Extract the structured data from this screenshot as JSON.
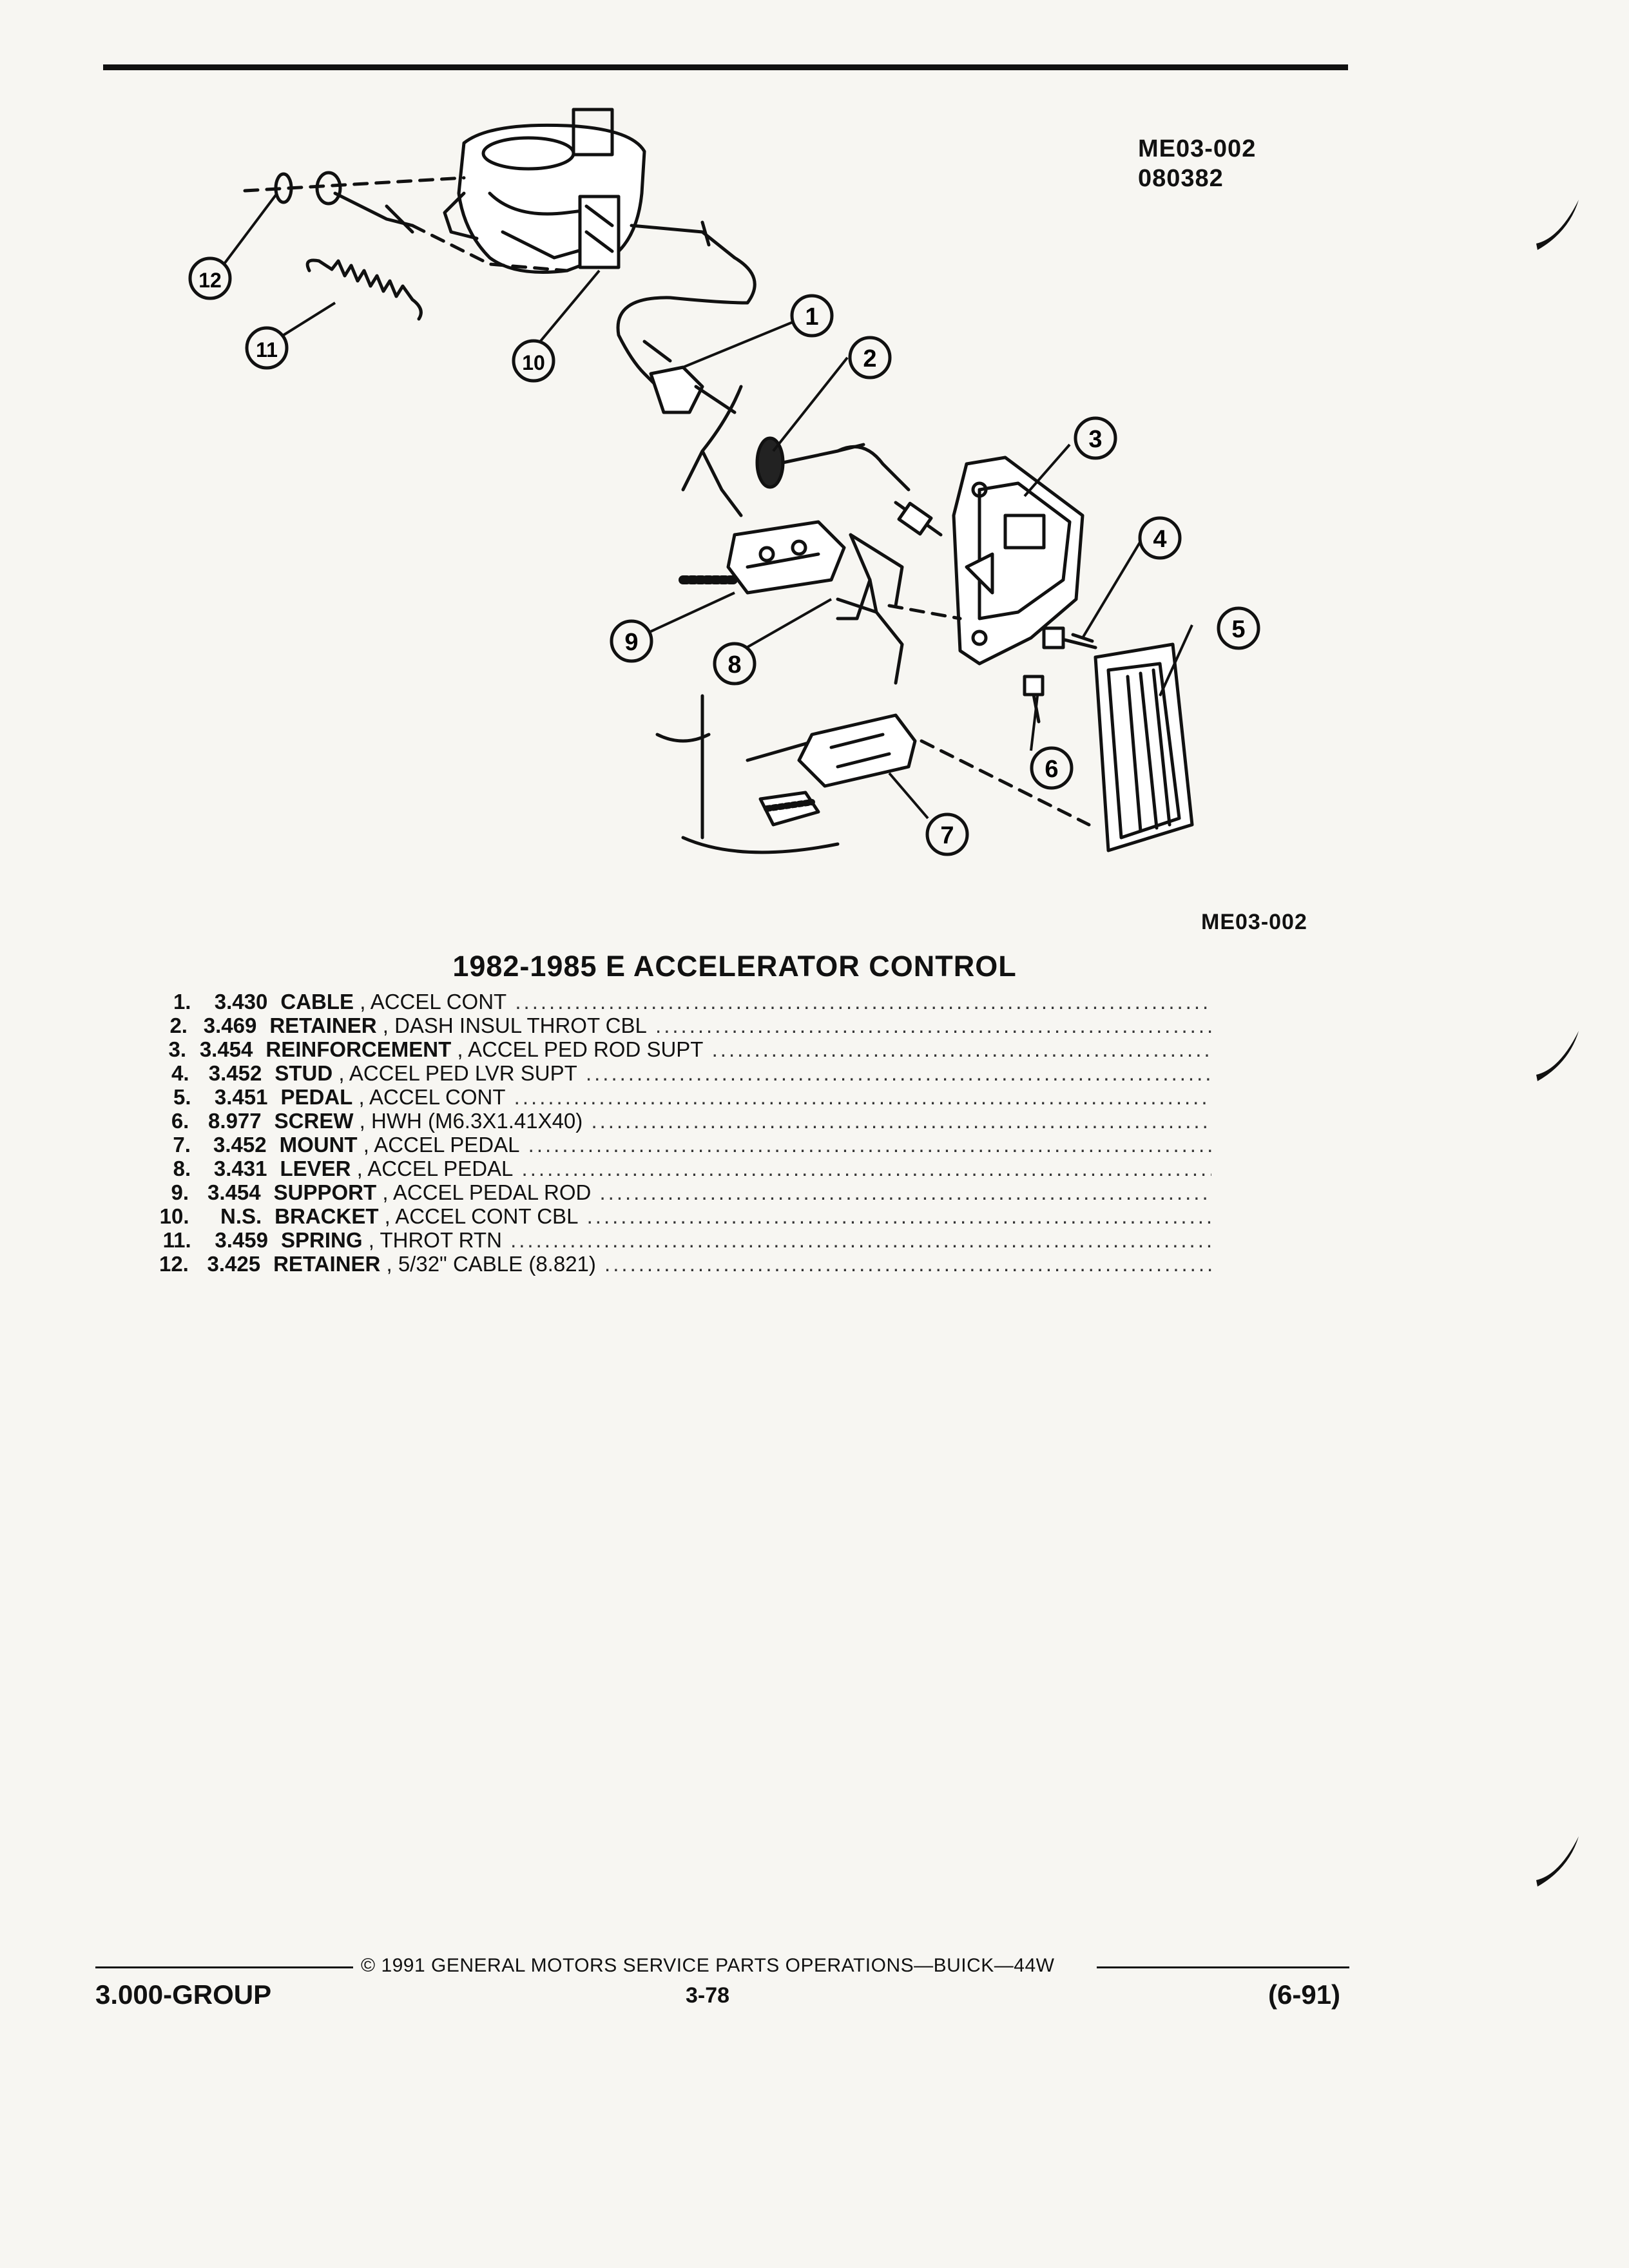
{
  "header": {
    "ref_code_line1": "ME03-002",
    "ref_code_line2": "080382"
  },
  "figure": {
    "code": "ME03-002",
    "callouts": [
      "1",
      "2",
      "3",
      "4",
      "5",
      "6",
      "7",
      "8",
      "9",
      "10",
      "11",
      "12"
    ]
  },
  "title": "1982-1985 E ACCELERATOR CONTROL",
  "parts": [
    {
      "num": "1.",
      "group": "3.430",
      "name": "CABLE",
      "desc": "ACCEL CONT"
    },
    {
      "num": "2.",
      "group": "3.469",
      "name": "RETAINER",
      "desc": "DASH INSUL THROT CBL"
    },
    {
      "num": "3.",
      "group": "3.454",
      "name": "REINFORCEMENT",
      "desc": "ACCEL PED ROD SUPT"
    },
    {
      "num": "4.",
      "group": "3.452",
      "name": "STUD",
      "desc": "ACCEL PED LVR SUPT"
    },
    {
      "num": "5.",
      "group": "3.451",
      "name": "PEDAL",
      "desc": "ACCEL CONT"
    },
    {
      "num": "6.",
      "group": "8.977",
      "name": "SCREW",
      "desc": "HWH (M6.3X1.41X40)"
    },
    {
      "num": "7.",
      "group": "3.452",
      "name": "MOUNT",
      "desc": "ACCEL PEDAL"
    },
    {
      "num": "8.",
      "group": "3.431",
      "name": "LEVER",
      "desc": "ACCEL PEDAL"
    },
    {
      "num": "9.",
      "group": "3.454",
      "name": "SUPPORT",
      "desc": "ACCEL PEDAL ROD"
    },
    {
      "num": "10.",
      "group": "N.S.",
      "name": "BRACKET",
      "desc": "ACCEL CONT CBL"
    },
    {
      "num": "11.",
      "group": "3.459",
      "name": "SPRING",
      "desc": "THROT RTN"
    },
    {
      "num": "12.",
      "group": "3.425",
      "name": "RETAINER",
      "desc": "5/32\" CABLE (8.821)"
    }
  ],
  "footer": {
    "copyright": "© 1991  GENERAL MOTORS SERVICE PARTS OPERATIONS—BUICK—44W",
    "group": "3.000-GROUP",
    "page": "3-78",
    "date": "(6-91)"
  }
}
